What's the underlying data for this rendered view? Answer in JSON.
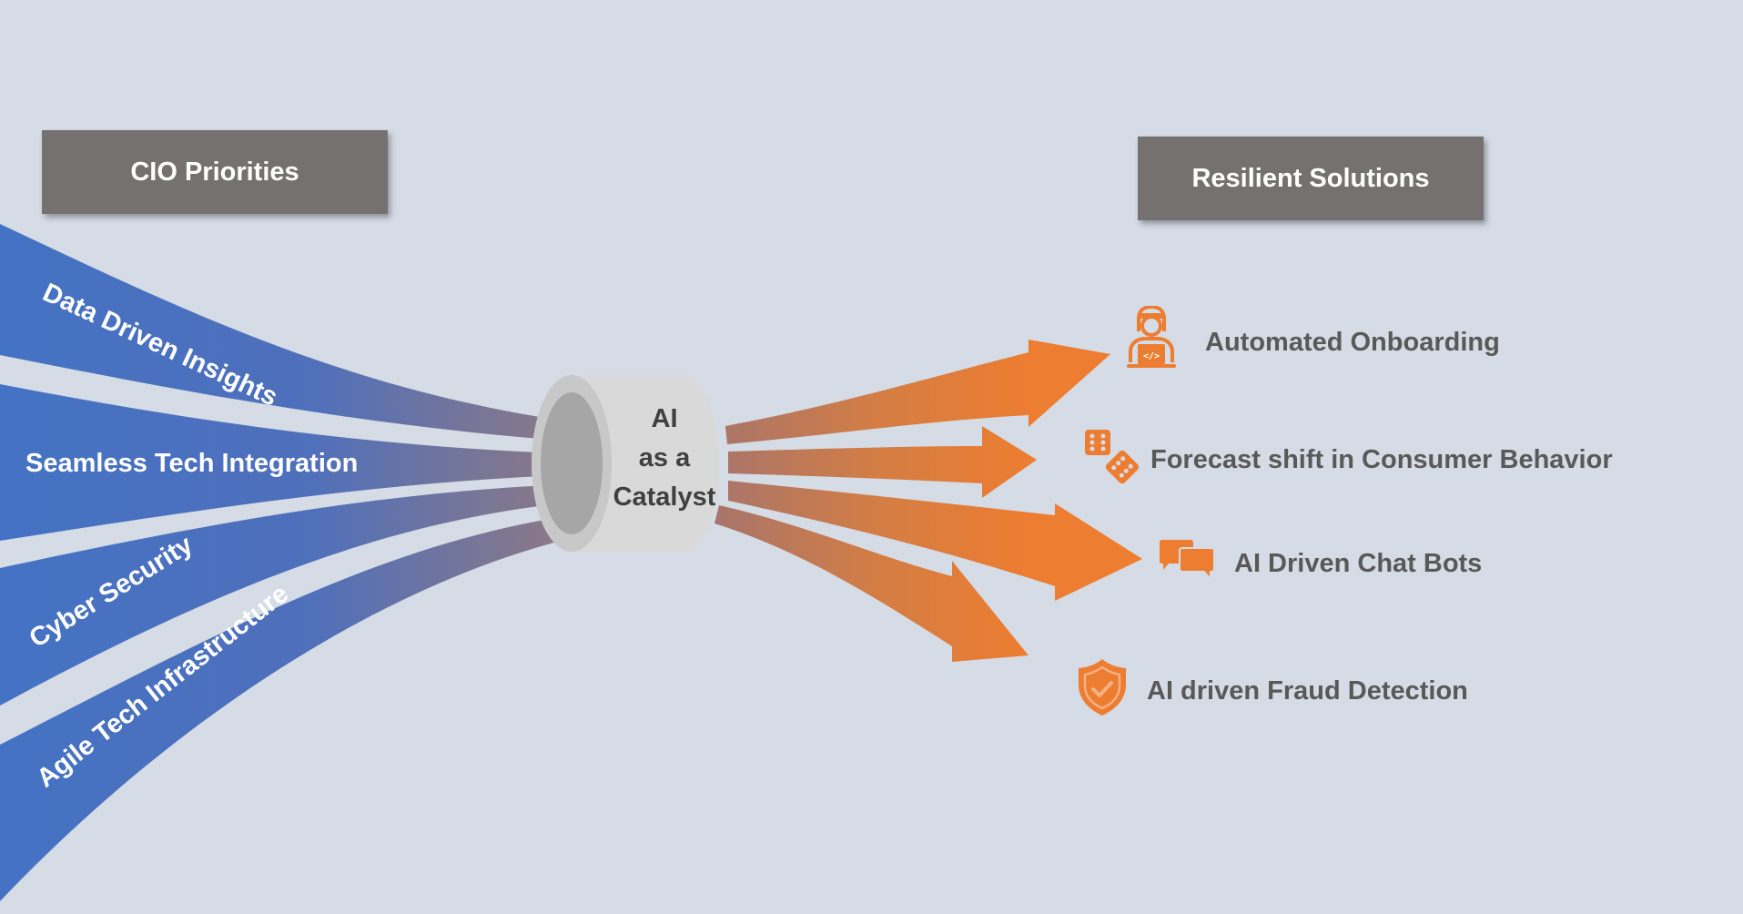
{
  "diagram": {
    "left_header": "CIO Priorities",
    "right_header": "Resilient Solutions",
    "catalyst": {
      "lines": [
        "AI",
        "as a",
        "Catalyst"
      ]
    },
    "priorities": [
      {
        "label": "Data Driven Insights"
      },
      {
        "label": "Seamless Tech Integration"
      },
      {
        "label": "Cyber Security"
      },
      {
        "label": "Agile Tech Infrastructure"
      }
    ],
    "solutions": [
      {
        "label": "Automated Onboarding",
        "icon": "developer-laptop-icon"
      },
      {
        "label": "Forecast shift in Consumer Behavior",
        "icon": "dice-icon"
      },
      {
        "label": "AI Driven Chat Bots",
        "icon": "chat-bubbles-icon"
      },
      {
        "label": "AI driven Fraud Detection",
        "icon": "shield-check-icon"
      }
    ],
    "colors": {
      "background": "#d6dce5",
      "priority_blue": "#4472c4",
      "solution_orange": "#ed7d31",
      "header_gray": "#767171",
      "text_gray": "#595959",
      "catalyst_text": "#404040"
    }
  }
}
